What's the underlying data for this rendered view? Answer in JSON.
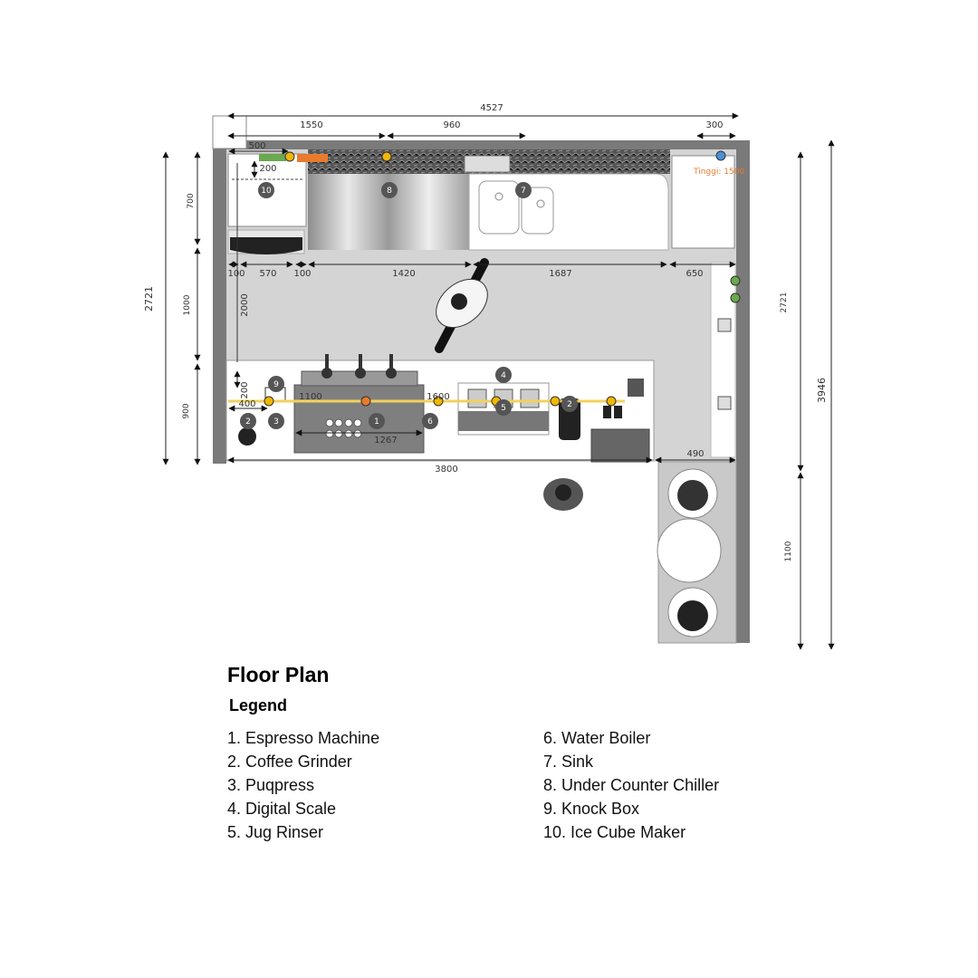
{
  "title": "Floor Plan",
  "legend": {
    "title": "Legend",
    "items": [
      "1. Espresso Machine",
      "2. Coffee Grinder",
      "3. Puqpress",
      "4. Digital Scale",
      "5. Jug Rinser",
      "6. Water Boiler",
      "7. Sink",
      "8. Under Counter Chiller",
      "9. Knock Box",
      "10. Ice Cube Maker"
    ]
  },
  "dimensions": {
    "top_total": "4527",
    "top_1550": "1550",
    "top_960": "960",
    "top_300": "300",
    "top_500": "500",
    "ice_200": "200",
    "row_100a": "100",
    "row_570": "570",
    "row_100b": "100",
    "row_1420": "1420",
    "row_1687": "1687",
    "row_650": "650",
    "left_total": "2721",
    "left_700": "700",
    "left_1000": "1000",
    "left_900": "900",
    "left_2000": "2000",
    "bar_200": "200",
    "bar_400": "400",
    "bar_1100": "1100",
    "bar_1600": "1600",
    "bar_1267": "1267",
    "bottom_3800": "3800",
    "bottom_490": "490",
    "right_2721": "2721",
    "right_1100": "1100",
    "right_total": "3946"
  },
  "height_note": "Tinggi: 1500",
  "markers": [
    "1",
    "2",
    "3",
    "4",
    "5",
    "6",
    "7",
    "8",
    "9",
    "10",
    "2"
  ],
  "colors": {
    "wall": "#7a7a7a",
    "floor": "#cfcfcf",
    "marker": "#555555",
    "yellow": "#f2b705",
    "orange": "#e87b2c",
    "green": "#6aa84f",
    "blue": "#4a90d9"
  }
}
